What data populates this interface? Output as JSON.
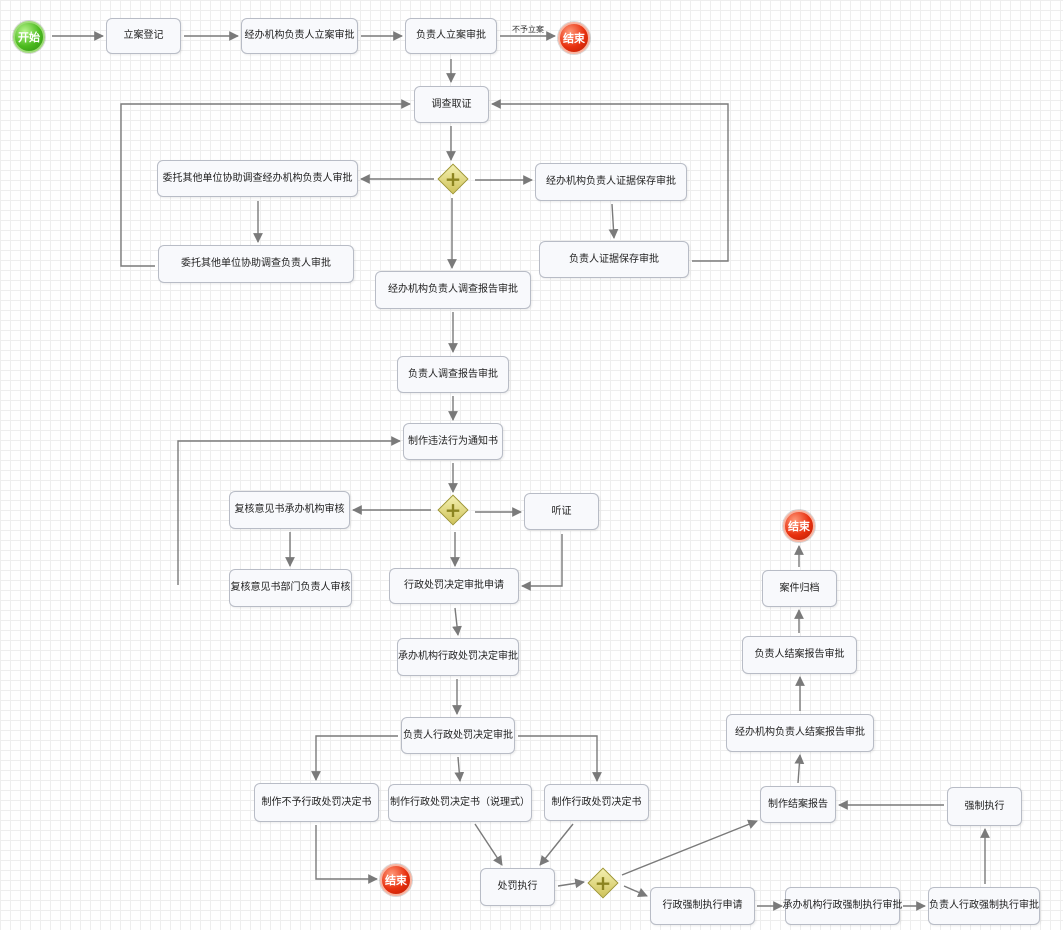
{
  "events": {
    "start": "开始",
    "end": "结束"
  },
  "nodes": {
    "register": "立案登记",
    "agency_filing_approval": "经办机构负责人立案审批",
    "head_filing_approval": "负责人立案审批",
    "investigate": "调查取证",
    "delegate_agency_approval": "委托其他单位协助调查经办机构负责人审批",
    "delegate_head_approval": "委托其他单位协助调查负责人审批",
    "evidence_agency_approval": "经办机构负责人证据保存审批",
    "evidence_head_approval": "负责人证据保存审批",
    "report_agency_approval": "经办机构负责人调查报告审批",
    "report_head_approval": "负责人调查报告审批",
    "violation_notice": "制作违法行为通知书",
    "review_agency": "复核意见书承办机构审核",
    "review_dept_head": "复核意见书部门负责人审核",
    "hearing": "听证",
    "decision_apply": "行政处罚决定审批申请",
    "agency_decision_approval": "承办机构行政处罚决定审批",
    "head_decision_approval": "负责人行政处罚决定审批",
    "no_penalty_decision": "制作不予行政处罚决定书",
    "penalty_decision_reasoned": "制作行政处罚决定书（说理式）",
    "penalty_decision": "制作行政处罚决定书",
    "execute_penalty": "处罚执行",
    "enforcement_apply": "行政强制执行申请",
    "agency_enforcement_approval": "承办机构行政强制执行审批",
    "head_enforcement_approval": "负责人行政强制执行审批",
    "enforce": "强制执行",
    "closing_report": "制作结案报告",
    "agency_closing_approval": "经办机构负责人结案报告审批",
    "head_closing_approval": "负责人结案报告审批",
    "archive": "案件归档"
  },
  "edge_labels": {
    "no_filing": "不予立案"
  },
  "colors": {
    "edge": "#7a7a7a",
    "node_border": "#b8bcc6",
    "node_fill": "#f8f9fc",
    "start_green": "#4cbb1f",
    "end_red": "#e8300e",
    "gateway": "#cfc35a"
  }
}
